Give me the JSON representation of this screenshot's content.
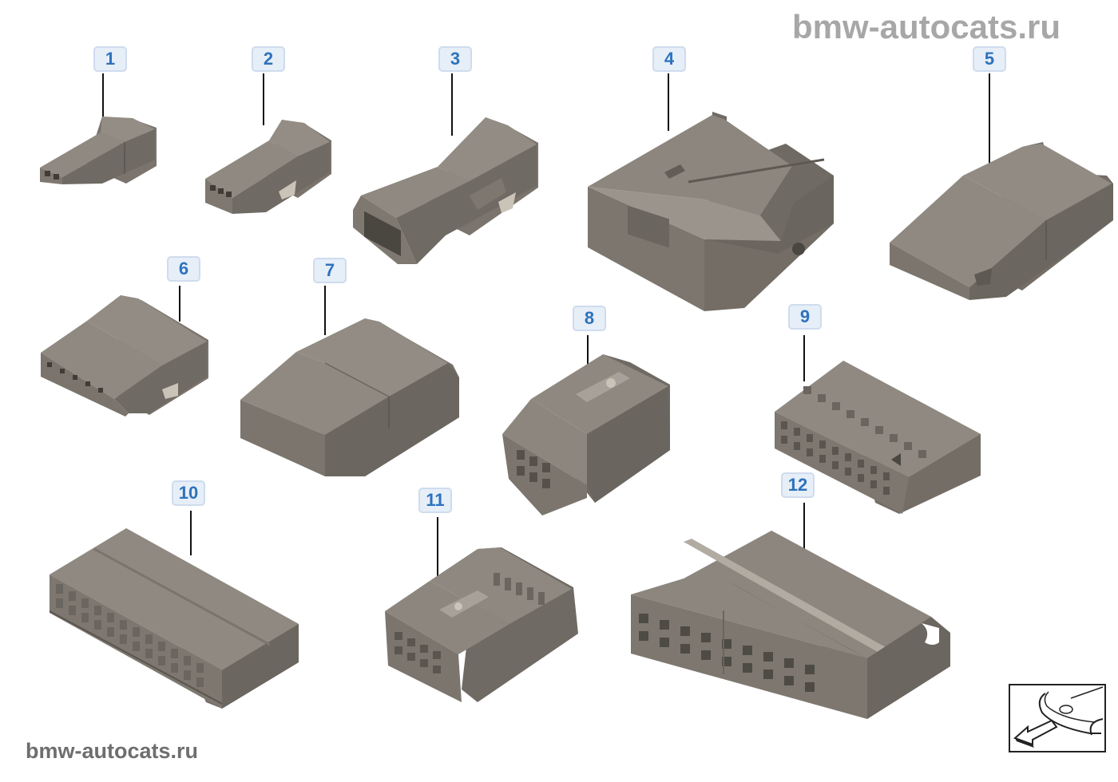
{
  "watermark_top": "bmw-autocats.ru",
  "watermark_bottom": "bmw-autocats.ru",
  "colors": {
    "part_body": "#827c74",
    "part_top": "#908a82",
    "part_dark": "#5e5952",
    "callout_bg": "#e6eef8",
    "callout_border": "#cfdcee",
    "callout_text": "#2e72bc",
    "watermark_top": "#a7a7a7",
    "watermark_bottom": "#6e6e6e"
  },
  "callouts": [
    {
      "number": "1",
      "part": "2-pin connector housing"
    },
    {
      "number": "2",
      "part": "3-pin connector housing"
    },
    {
      "number": "3",
      "part": "2-pin socket housing with latch"
    },
    {
      "number": "4",
      "part": "large flat connector housing"
    },
    {
      "number": "5",
      "part": "flat connector housing with clip"
    },
    {
      "number": "6",
      "part": "5-pin connector housing"
    },
    {
      "number": "7",
      "part": "multi-pin connector housing"
    },
    {
      "number": "8",
      "part": "6-pin socket housing with locking lever"
    },
    {
      "number": "9",
      "part": "2-row multi-pin connector housing"
    },
    {
      "number": "10",
      "part": "2-row 24-pin connector housing"
    },
    {
      "number": "11",
      "part": "compact connector housing with latch"
    },
    {
      "number": "12",
      "part": "2-row connector housing with cover rail"
    }
  ],
  "nav_icon": "vehicle-front-arrow-icon"
}
